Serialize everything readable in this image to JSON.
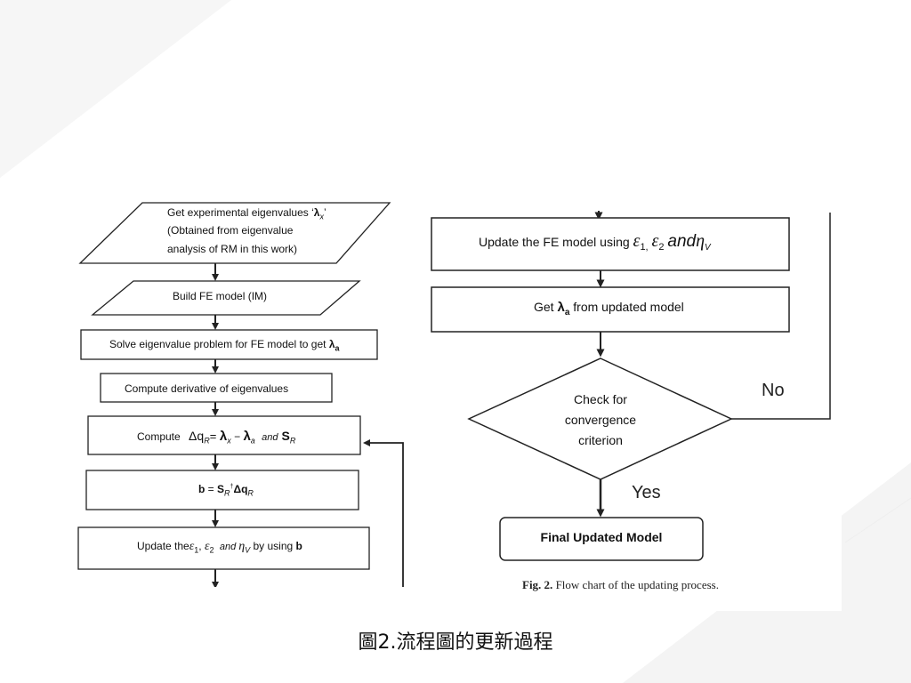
{
  "left_flow": {
    "step1_line1_prefix": "Get experimental eigenvalues ‘",
    "step1_line1_symbol": "λ",
    "step1_line1_sub": "x",
    "step1_line1_suffix": "’",
    "step1_line2": "(Obtained from eigenvalue",
    "step1_line3": "analysis of RM in this work)",
    "step2": "Build FE model (IM)",
    "step3_prefix": "Solve eigenvalue problem for FE model to get ",
    "step3_symbol": "λ",
    "step3_sub": "a",
    "step4": "Compute derivative of eigenvalues",
    "step5_prefix": "Compute",
    "step5_dq": "Δq",
    "step5_sub_R": "R",
    "step5_eq": "= ",
    "step5_lx": "λ",
    "step5_lx_sub": "x",
    "step5_minus": " − ",
    "step5_la": "λ",
    "step5_la_sub": "a",
    "step5_and": "and",
    "step5_S": "S",
    "step5_S_sub": "R",
    "step6_b": "b",
    "step6_eq": " = ",
    "step6_S": "S",
    "step6_S_sub": "R",
    "step6_S_sup": "†",
    "step6_dq": "Δq",
    "step6_dq_sub": "R",
    "step7_prefix": "Update the",
    "step7_e1": "ε",
    "step7_e1_sub": "1",
    "step7_comma": ", ",
    "step7_e2": "ε",
    "step7_e2_sub": "2",
    "step7_and": "and",
    "step7_eta": "η",
    "step7_eta_sub": "V",
    "step7_suffix": " by using ",
    "step7_b": "b"
  },
  "right_flow": {
    "step1_prefix": "Update the FE model using ",
    "step1_e1": "ε",
    "step1_e1_sub": "1,",
    "step1_e2": "ε",
    "step1_e2_sub": "2",
    "step1_and": "and",
    "step1_eta": "η",
    "step1_eta_sub": "V",
    "step2_prefix": "Get ",
    "step2_symbol": "λ",
    "step2_sub": "a",
    "step2_suffix": " from updated model",
    "decision_line1": "Check for",
    "decision_line2": "convergence",
    "decision_line3": "criterion",
    "no_label": "No",
    "yes_label": "Yes",
    "final": "Final Updated Model"
  },
  "figure_caption": {
    "label": "Fig. 2.",
    "text": " Flow chart of the updating process."
  },
  "slide_caption": "圖2.流程圖的更新過程",
  "colors": {
    "background": "#ffffff",
    "decoration": "#f2f2f2",
    "stroke": "#222222",
    "text": "#111111"
  }
}
